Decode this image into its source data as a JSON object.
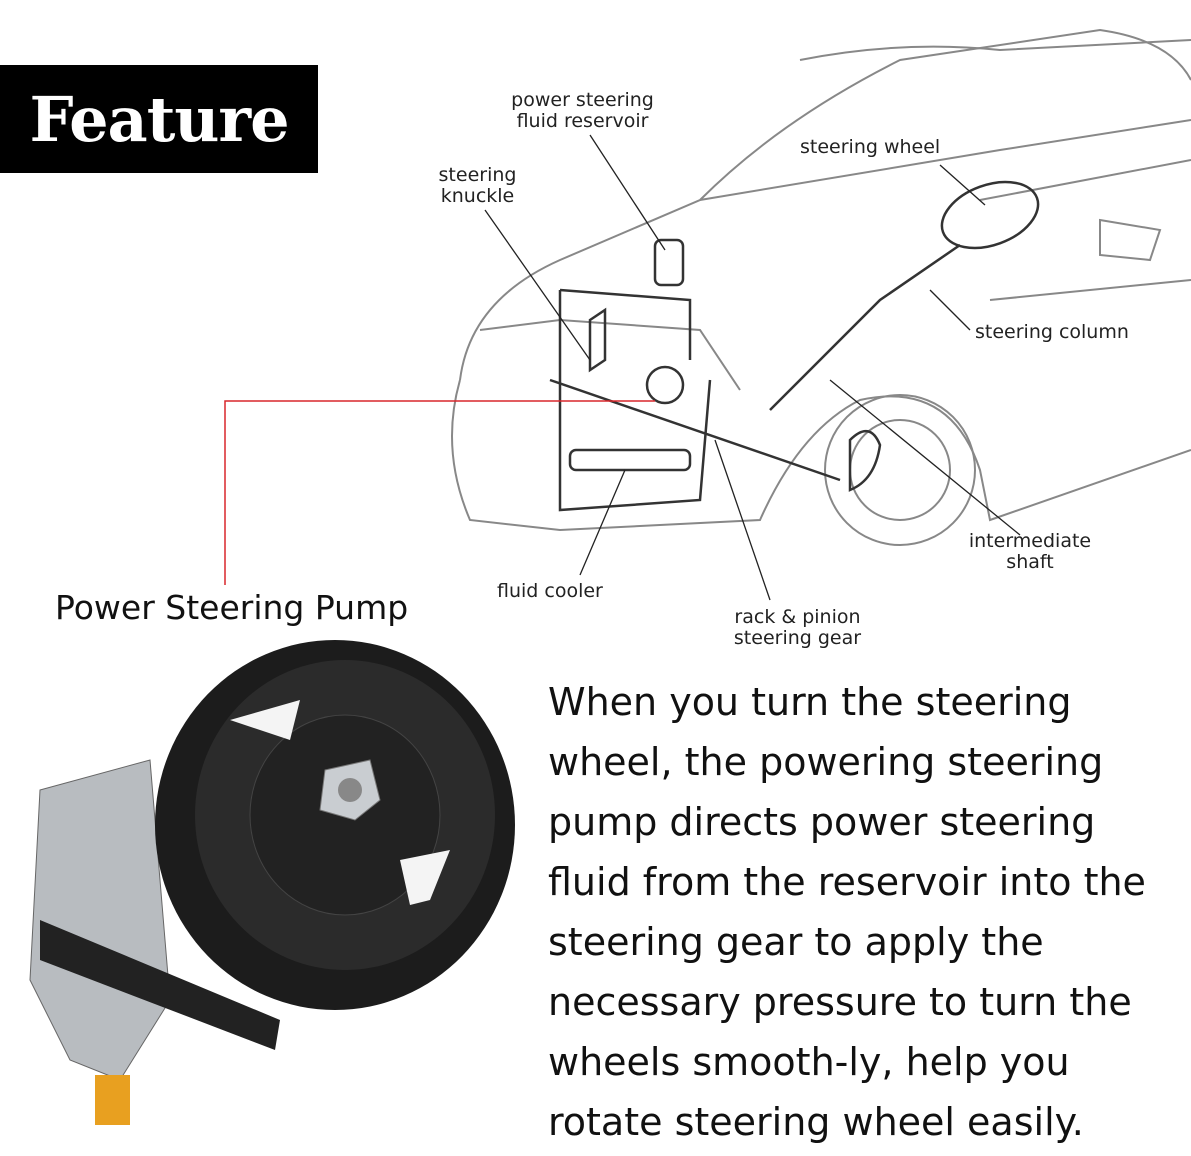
{
  "header": {
    "title": "Feature"
  },
  "diagram": {
    "labels": {
      "reservoir": "power steering\nfluid reservoir",
      "steering_wheel": "steering wheel",
      "knuckle": "steering\nknuckle",
      "column": "steering column",
      "intermediate_shaft": "intermediate\nshaft",
      "fluid_cooler": "fluid cooler",
      "rack_pinion": "rack & pinion\nsteering gear"
    },
    "pump_label": "Power Steering Pump",
    "callout_color": "#d9262b"
  },
  "description": "When you turn the steering wheel, the powering steering pump directs power steering fluid from the reservoir into the steering gear to apply the necessary pressure to turn the wheels smooth-ly, help you rotate steering wheel easily."
}
